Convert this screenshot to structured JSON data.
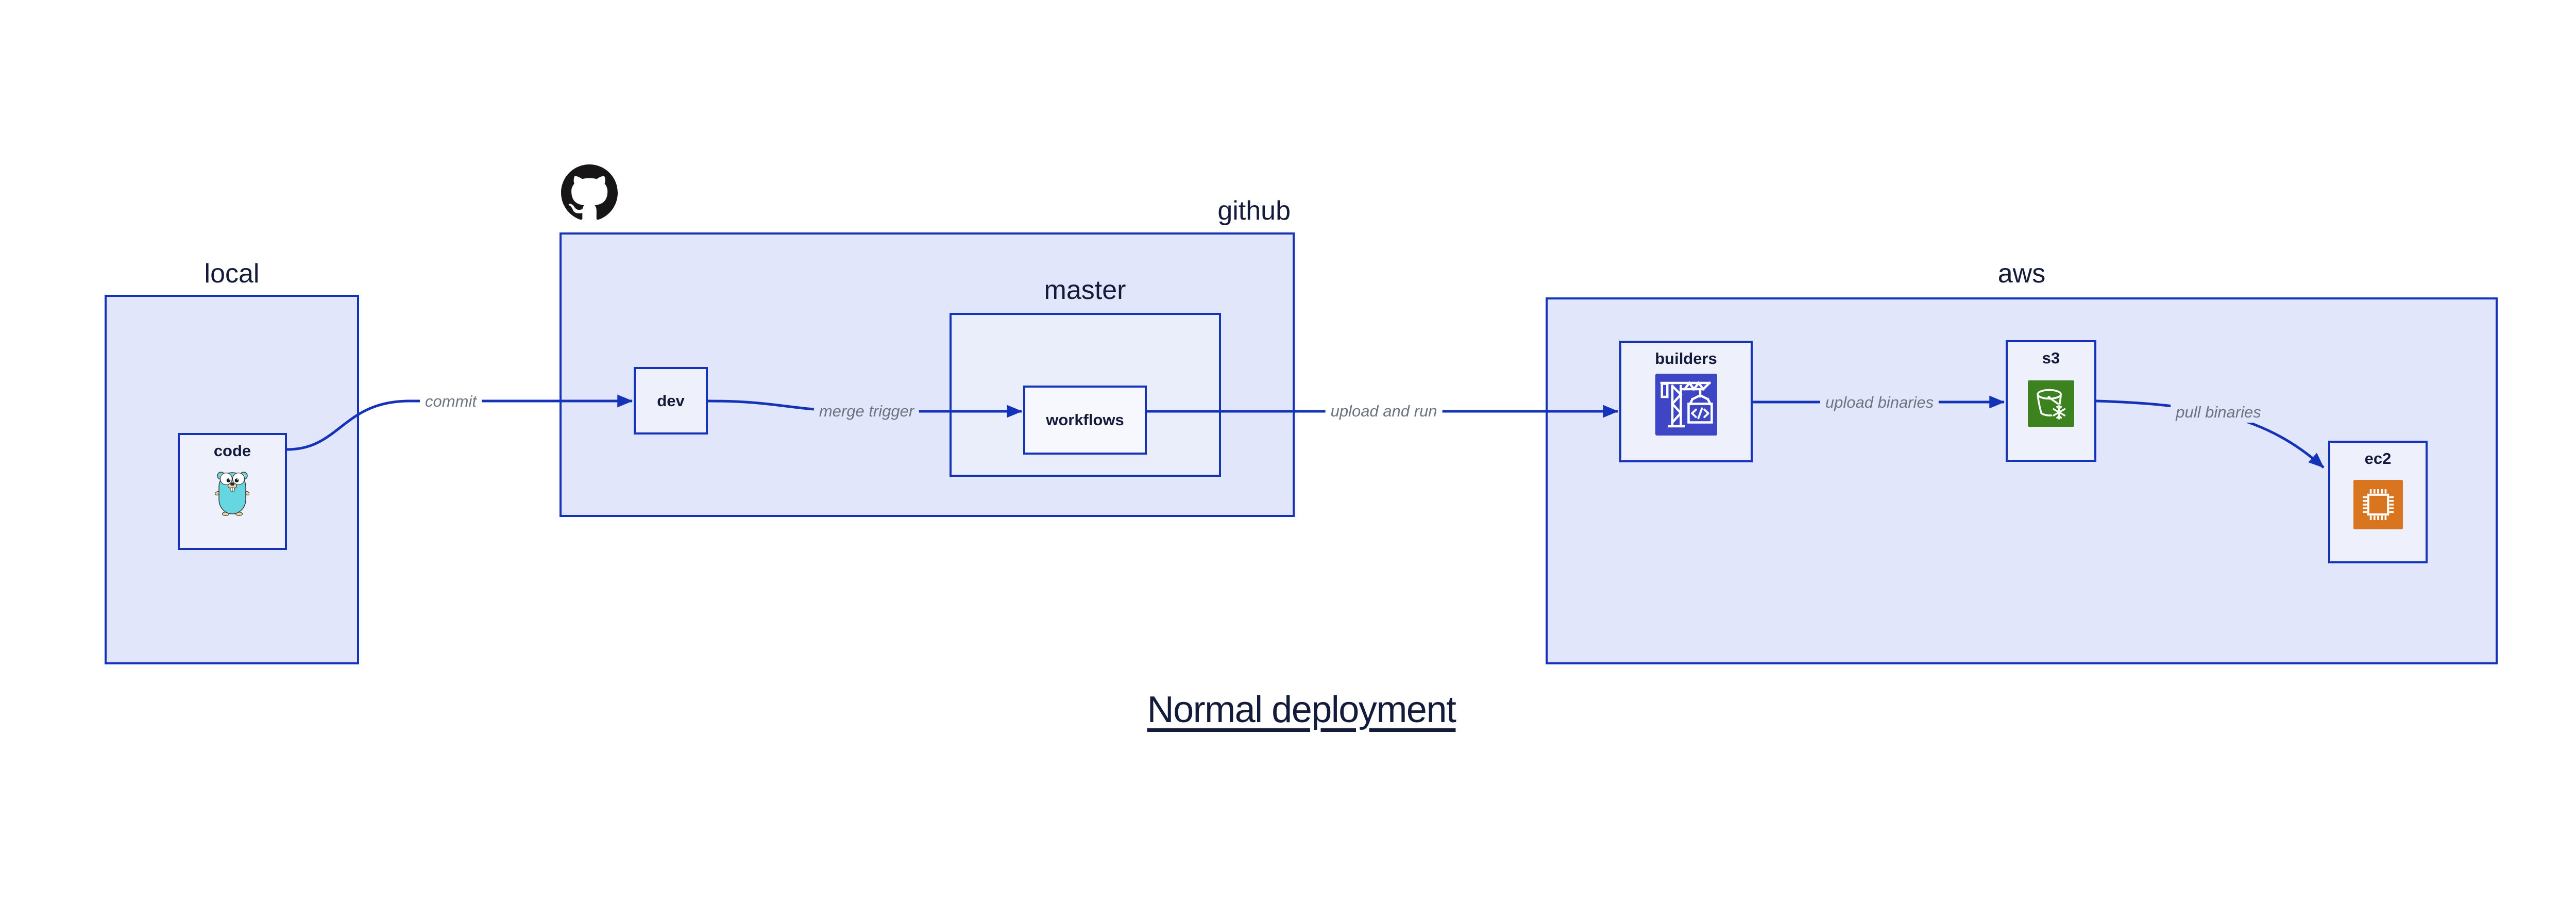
{
  "title": "Normal deployment",
  "colors": {
    "accent": "#1433b8",
    "navy": "#141b3a",
    "edge-label": "#6b7480",
    "group-fill": "#e1e6fa",
    "master-fill": "#eaeefb",
    "node-fill": "#eef1fc",
    "workflows-fill": "#f6f8fd",
    "white": "#ffffff",
    "octocat": "#171515",
    "codebuild-icon": "#3e46c6",
    "s3-icon": "#3c8320",
    "ec2-icon": "#d9751e",
    "gopher-body": "#66d6e0",
    "gopher-skin": "#f3d3a4"
  },
  "groups": {
    "local": {
      "label": "local"
    },
    "github": {
      "label": "github"
    },
    "master": {
      "label": "master"
    },
    "aws": {
      "label": "aws"
    }
  },
  "nodes": {
    "code": {
      "label": "code"
    },
    "dev": {
      "label": "dev"
    },
    "workflows": {
      "label": "workflows"
    },
    "builders": {
      "label": "builders"
    },
    "s3": {
      "label": "s3"
    },
    "ec2": {
      "label": "ec2"
    }
  },
  "edges": [
    {
      "id": "commit",
      "label": "commit"
    },
    {
      "id": "merge-trigger",
      "label": "merge trigger"
    },
    {
      "id": "upload-and-run",
      "label": "upload and run"
    },
    {
      "id": "upload-binaries",
      "label": "upload binaries"
    },
    {
      "id": "pull-binaries",
      "label": "pull binaries"
    }
  ]
}
